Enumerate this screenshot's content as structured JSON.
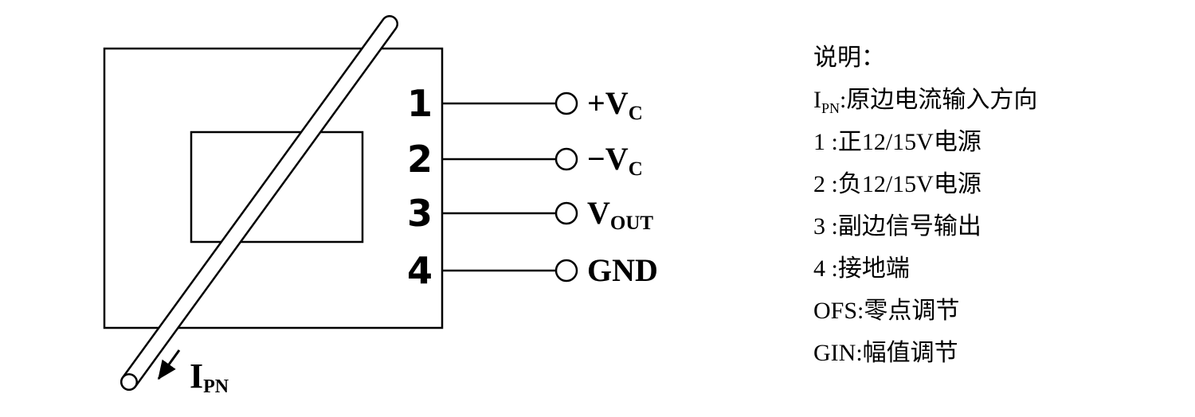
{
  "figure": {
    "type": "pinout-diagram",
    "colors": {
      "line": "#000000",
      "background": "#ffffff"
    }
  },
  "diagram": {
    "pins": [
      {
        "number": "1",
        "label": "+V",
        "sub": "C"
      },
      {
        "number": "2",
        "label": "−V",
        "sub": "C"
      },
      {
        "number": "3",
        "label": "V",
        "sub": "OUT"
      },
      {
        "number": "4",
        "label": "GND",
        "sub": ""
      }
    ],
    "current_arrow": {
      "label": "I",
      "sub": "PN"
    }
  },
  "legend": {
    "title": "说明：",
    "items": [
      {
        "term": "I",
        "term_sub": "PN",
        "desc": ":原边电流输入方向"
      },
      {
        "term": "1",
        "term_sub": "",
        "desc": " :正12/15V电源"
      },
      {
        "term": "2",
        "term_sub": "",
        "desc": " :负12/15V电源"
      },
      {
        "term": "3",
        "term_sub": "",
        "desc": " :副边信号输出"
      },
      {
        "term": "4",
        "term_sub": "",
        "desc": " :接地端"
      },
      {
        "term": "OFS",
        "term_sub": "",
        "desc": ":零点调节"
      },
      {
        "term": "GIN",
        "term_sub": "",
        "desc": ":幅值调节"
      }
    ]
  }
}
